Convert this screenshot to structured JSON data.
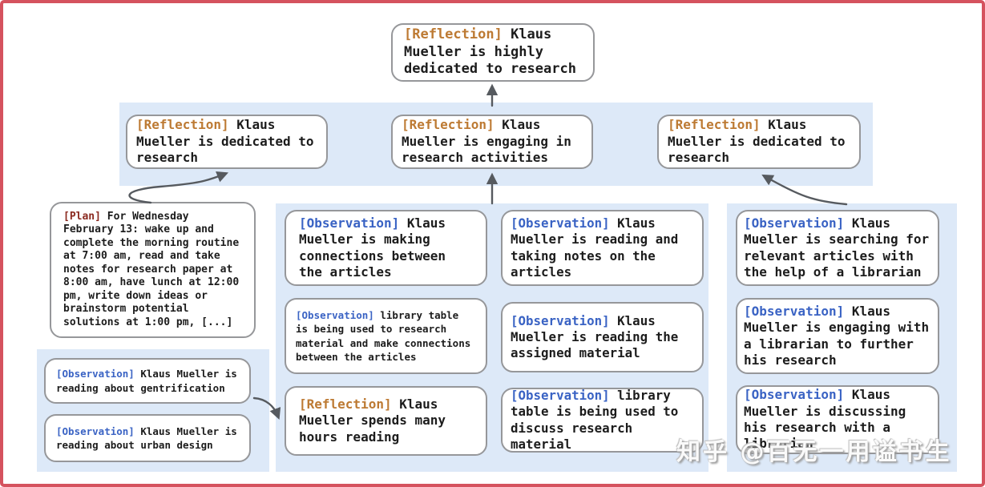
{
  "colors": {
    "frame": "#d5525e",
    "band_background": "#dde9f8",
    "box_border": "#96979a",
    "reflection_tag": "#bd7a33",
    "observation_tag": "#3a63c4",
    "plan_tag": "#8b2a20",
    "arrow": "#565a5f",
    "body_text": "#1c1c1c"
  },
  "watermark": "知乎 @百无一用谥书生",
  "nodes": {
    "root": {
      "tag": "[Reflection]",
      "text": "Klaus Mueller is highly dedicated to research"
    },
    "reflections": [
      {
        "tag": "[Reflection]",
        "text": "Klaus Mueller is dedicated to research"
      },
      {
        "tag": "[Reflection]",
        "text": "Klaus Mueller is engaging in research activities"
      },
      {
        "tag": "[Reflection]",
        "text": "Klaus Mueller is dedicated to research"
      }
    ],
    "plan": {
      "tag": "[Plan]",
      "text": "For Wednesday February 13: wake up and complete the morning routine at 7:00 am, read and take notes for research paper at 8:00 am, have lunch at 12:00 pm, write down ideas or brainstorm potential solutions at 1:00 pm, [...]"
    },
    "reading_observations": [
      {
        "tag": "[Observation]",
        "text": "Klaus Mueller is reading about gentrification"
      },
      {
        "tag": "[Observation]",
        "text": "Klaus Mueller is reading about urban design"
      }
    ],
    "connections_column": [
      {
        "tag": "[Observation]",
        "text": "Klaus Mueller is making connections between the articles"
      },
      {
        "tag": "[Observation]",
        "text": "library table is being used to research material and make connections between the articles"
      },
      {
        "tag": "[Reflection]",
        "text": "Klaus Mueller spends many hours reading"
      }
    ],
    "notes_column": [
      {
        "tag": "[Observation]",
        "text": "Klaus Mueller is reading and taking notes on the articles"
      },
      {
        "tag": "[Observation]",
        "text": "Klaus Mueller is reading the assigned material"
      },
      {
        "tag": "[Observation]",
        "text": "library table is being used to discuss research material"
      }
    ],
    "librarian_column": [
      {
        "tag": "[Observation]",
        "text": "Klaus Mueller is searching for relevant articles with the help of a librarian"
      },
      {
        "tag": "[Observation]",
        "text": "Klaus Mueller is engaging with a librarian to further his research"
      },
      {
        "tag": "[Observation]",
        "text": "Klaus Mueller is discussing his research with a librarian"
      }
    ]
  }
}
